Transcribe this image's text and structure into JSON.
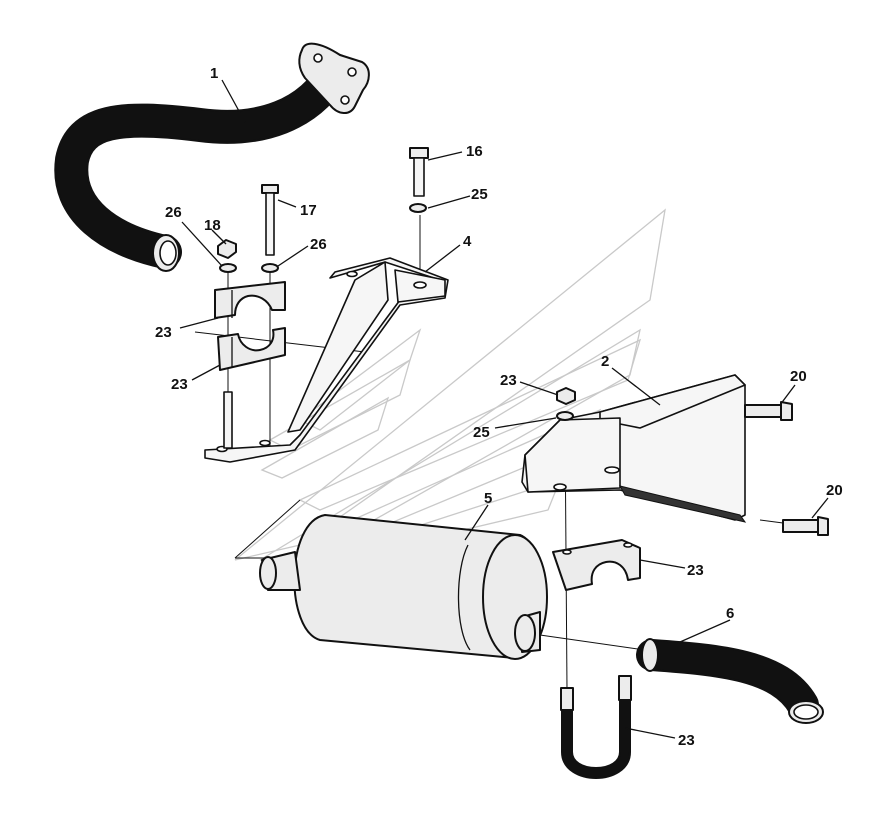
{
  "diagram": {
    "callouts": [
      {
        "id": "c1",
        "label": "1"
      },
      {
        "id": "c2",
        "label": "2"
      },
      {
        "id": "c4",
        "label": "4"
      },
      {
        "id": "c5",
        "label": "5"
      },
      {
        "id": "c6",
        "label": "6"
      },
      {
        "id": "c16",
        "label": "16"
      },
      {
        "id": "c17",
        "label": "17"
      },
      {
        "id": "c18",
        "label": "18"
      },
      {
        "id": "c20a",
        "label": "20"
      },
      {
        "id": "c20b",
        "label": "20"
      },
      {
        "id": "c23a",
        "label": "23"
      },
      {
        "id": "c23b",
        "label": "23"
      },
      {
        "id": "c23c",
        "label": "23"
      },
      {
        "id": "c23d",
        "label": "23"
      },
      {
        "id": "c23e",
        "label": "23"
      },
      {
        "id": "c25a",
        "label": "25"
      },
      {
        "id": "c25b",
        "label": "25"
      },
      {
        "id": "c26a",
        "label": "26"
      },
      {
        "id": "c26b",
        "label": "26"
      }
    ]
  }
}
